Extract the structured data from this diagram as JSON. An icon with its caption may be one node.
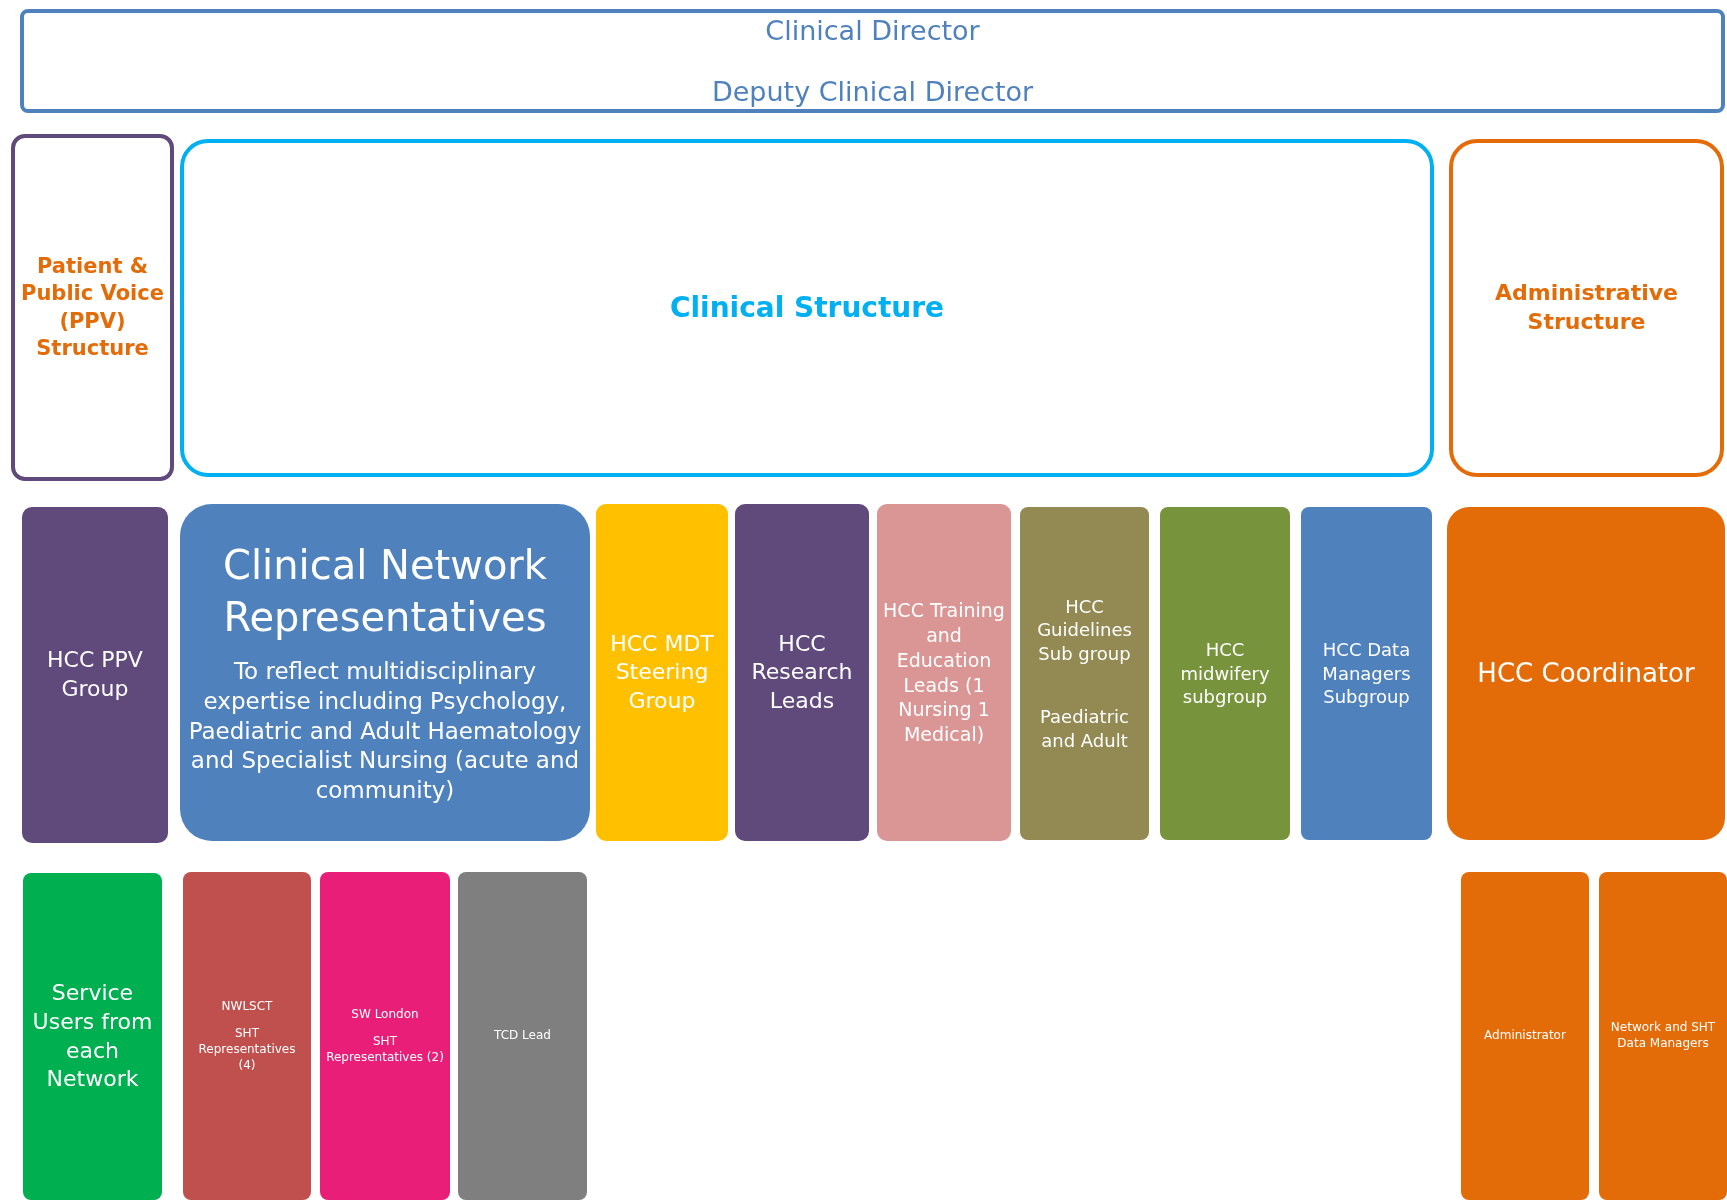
{
  "diagram": {
    "nodes": [
      {
        "text": [
          "Clinical Director",
          "Deputy Clinical Director"
        ]
      },
      {
        "text": [
          "Patient & Public Voice (PPV) Structure"
        ]
      },
      {
        "text": [
          "Clinical Structure"
        ]
      },
      {
        "text": [
          "Administrative Structure"
        ]
      },
      {
        "text": [
          "HCC PPV Group"
        ]
      },
      {
        "text": [
          "Clinical Network Representatives",
          "To reflect multidisciplinary expertise including Psychology, Paediatric and Adult Haematology and Specialist Nursing (acute and community)"
        ]
      },
      {
        "text": [
          "HCC MDT Steering Group"
        ]
      },
      {
        "text": [
          "HCC Research Leads"
        ]
      },
      {
        "text": [
          "HCC Training and Education Leads (1 Nursing 1 Medical)"
        ]
      },
      {
        "text": [
          "HCC Guidelines Sub group",
          "Paediatric and Adult"
        ]
      },
      {
        "text": [
          "HCC midwifery subgroup"
        ]
      },
      {
        "text": [
          "HCC Data Managers Subgroup"
        ]
      },
      {
        "text": [
          "HCC Coordinator"
        ]
      },
      {
        "text": [
          "Service Users from each Network"
        ]
      },
      {
        "text": [
          "NWLSCT",
          "SHT Representatives (4)"
        ]
      },
      {
        "text": [
          "SW London",
          "SHT Representatives (2)"
        ]
      },
      {
        "text": [
          "TCD Lead"
        ]
      },
      {
        "text": [
          "Administrator"
        ]
      },
      {
        "text": [
          "Network and SHT Data Managers"
        ]
      }
    ],
    "edges": []
  }
}
